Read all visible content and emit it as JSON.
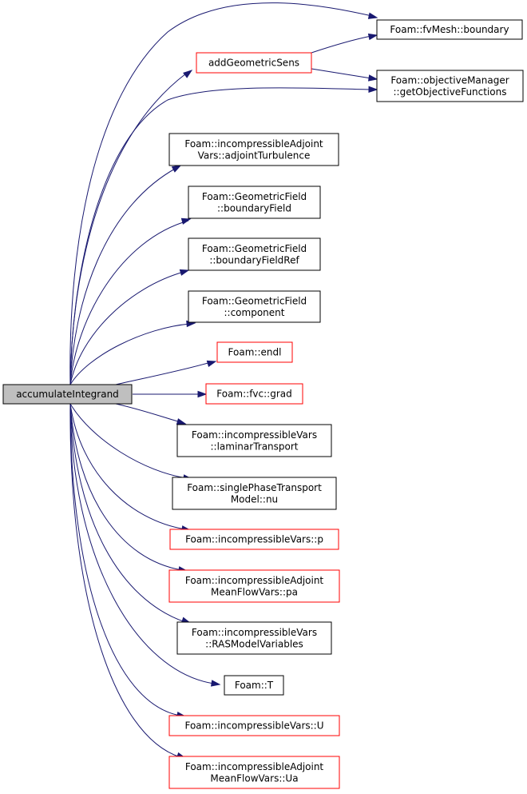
{
  "colors": {
    "edge": "#191970",
    "border_default": "#000000",
    "border_highlight": "#ff0000",
    "root_fill": "#bfbfbf"
  },
  "graph": {
    "root": {
      "id": "accumulateIntegrand",
      "lines": [
        "accumulateIntegrand"
      ]
    },
    "nodes": [
      {
        "id": "fvMesh_boundary",
        "lines": [
          "Foam::fvMesh::boundary"
        ],
        "highlight": false
      },
      {
        "id": "addGeometricSens",
        "lines": [
          "addGeometricSens"
        ],
        "highlight": true
      },
      {
        "id": "getObjectiveFunctions",
        "lines": [
          "Foam::objectiveManager",
          "::getObjectiveFunctions"
        ],
        "highlight": false
      },
      {
        "id": "adjointTurbulence",
        "lines": [
          "Foam::incompressibleAdjoint",
          "Vars::adjointTurbulence"
        ],
        "highlight": false
      },
      {
        "id": "boundaryField",
        "lines": [
          "Foam::GeometricField",
          "::boundaryField"
        ],
        "highlight": false
      },
      {
        "id": "boundaryFieldRef",
        "lines": [
          "Foam::GeometricField",
          "::boundaryFieldRef"
        ],
        "highlight": false
      },
      {
        "id": "component",
        "lines": [
          "Foam::GeometricField",
          "::component"
        ],
        "highlight": false
      },
      {
        "id": "endl",
        "lines": [
          "Foam::endl"
        ],
        "highlight": true
      },
      {
        "id": "grad",
        "lines": [
          "Foam::fvc::grad"
        ],
        "highlight": true
      },
      {
        "id": "laminarTransport",
        "lines": [
          "Foam::incompressibleVars",
          "::laminarTransport"
        ],
        "highlight": false
      },
      {
        "id": "nu",
        "lines": [
          "Foam::singlePhaseTransport",
          "Model::nu"
        ],
        "highlight": false
      },
      {
        "id": "p",
        "lines": [
          "Foam::incompressibleVars::p"
        ],
        "highlight": true
      },
      {
        "id": "pa",
        "lines": [
          "Foam::incompressibleAdjoint",
          "MeanFlowVars::pa"
        ],
        "highlight": true
      },
      {
        "id": "RASModelVariables",
        "lines": [
          "Foam::incompressibleVars",
          "::RASModelVariables"
        ],
        "highlight": false
      },
      {
        "id": "T",
        "lines": [
          "Foam::T"
        ],
        "highlight": false
      },
      {
        "id": "U",
        "lines": [
          "Foam::incompressibleVars::U"
        ],
        "highlight": true
      },
      {
        "id": "Ua",
        "lines": [
          "Foam::incompressibleAdjoint",
          "MeanFlowVars::Ua"
        ],
        "highlight": true
      }
    ],
    "edges": [
      {
        "from": "accumulateIntegrand",
        "to": "fvMesh_boundary"
      },
      {
        "from": "accumulateIntegrand",
        "to": "addGeometricSens"
      },
      {
        "from": "accumulateIntegrand",
        "to": "getObjectiveFunctions"
      },
      {
        "from": "accumulateIntegrand",
        "to": "adjointTurbulence"
      },
      {
        "from": "accumulateIntegrand",
        "to": "boundaryField"
      },
      {
        "from": "accumulateIntegrand",
        "to": "boundaryFieldRef"
      },
      {
        "from": "accumulateIntegrand",
        "to": "component"
      },
      {
        "from": "accumulateIntegrand",
        "to": "endl"
      },
      {
        "from": "accumulateIntegrand",
        "to": "grad"
      },
      {
        "from": "accumulateIntegrand",
        "to": "laminarTransport"
      },
      {
        "from": "accumulateIntegrand",
        "to": "nu"
      },
      {
        "from": "accumulateIntegrand",
        "to": "p"
      },
      {
        "from": "accumulateIntegrand",
        "to": "pa"
      },
      {
        "from": "accumulateIntegrand",
        "to": "RASModelVariables"
      },
      {
        "from": "accumulateIntegrand",
        "to": "T"
      },
      {
        "from": "accumulateIntegrand",
        "to": "U"
      },
      {
        "from": "accumulateIntegrand",
        "to": "Ua"
      },
      {
        "from": "addGeometricSens",
        "to": "fvMesh_boundary"
      },
      {
        "from": "addGeometricSens",
        "to": "getObjectiveFunctions"
      }
    ]
  }
}
